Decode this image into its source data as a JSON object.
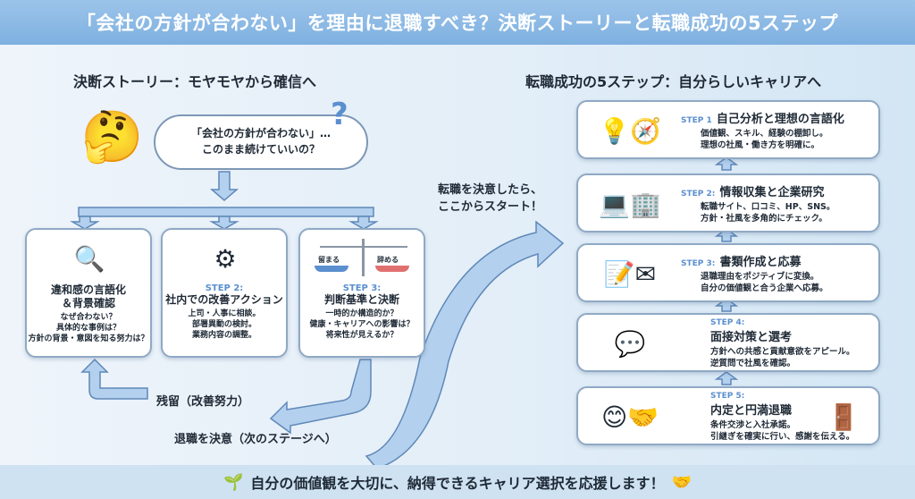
{
  "title": "「会社の方針が合わない」を理由に退職すべき？決断ストーリーと転職成功の5ステップ",
  "left": {
    "heading": "決断ストーリー：モヤモヤから確信へ",
    "thought": [
      "「会社の方針が合わない」…",
      "このまま続けていいの？"
    ],
    "boxes": [
      {
        "step": "",
        "title": [
          "違和感の言語化",
          "＆背景確認"
        ],
        "lines": [
          "なぜ合わない？",
          "具体的な事例は？",
          "方針の背景・意図を知る努力は？"
        ]
      },
      {
        "step": "STEP 2:",
        "title": [
          "社内での改善アクション"
        ],
        "lines": [
          "上司・人事に相談。",
          "部署異動の検討。",
          "業務内容の調整。"
        ]
      },
      {
        "step": "STEP 3:",
        "title": [
          "判断基準と決断"
        ],
        "lines": [
          "一時的か構造的か？",
          "健康・キャリアへの影響は？",
          "将来性が見えるか？"
        ],
        "scale": [
          "留まる",
          "辞める"
        ]
      }
    ],
    "stay_label": "残留（改善努力）",
    "leave_label": "退職を決意（次のステージへ）"
  },
  "start_label": [
    "転職を決意したら、",
    "ここからスタート！"
  ],
  "right": {
    "heading": "転職成功の5ステップ：自分らしいキャリアへ",
    "steps": [
      {
        "step": "STEP 1",
        "title": "自己分析と理想の言語化",
        "lines": [
          "価値観、スキル、経験の棚卸し。",
          "理想の社風・働き方を明確に。"
        ]
      },
      {
        "step": "STEP 2:",
        "title": "情報収集と企業研究",
        "lines": [
          "転職サイト、口コミ、HP、SNS。",
          "方針・社風を多角的にチェック。"
        ]
      },
      {
        "step": "STEP 3:",
        "title": "書類作成と応募",
        "lines": [
          "退職理由をポジティブに変換。",
          "自分の価値観と合う企業へ応募。"
        ]
      },
      {
        "step": "STEP 4:",
        "title": "面接対策と選考",
        "lines": [
          "方針への共感と貢献意欲をアピール。",
          "逆質問で社風を確認。"
        ]
      },
      {
        "step": "STEP 5:",
        "title": "内定と円満退職",
        "lines": [
          "条件交渉と入社承諾。",
          "引継ぎを確実に行い、感謝を伝える。"
        ]
      }
    ]
  },
  "footer": "自分の価値観を大切に、納得できるキャリア選択を応援します！",
  "colors": {
    "header": "#8bb9e6",
    "arrow": "#a9c8ea",
    "accent": "#5b8fcf"
  }
}
